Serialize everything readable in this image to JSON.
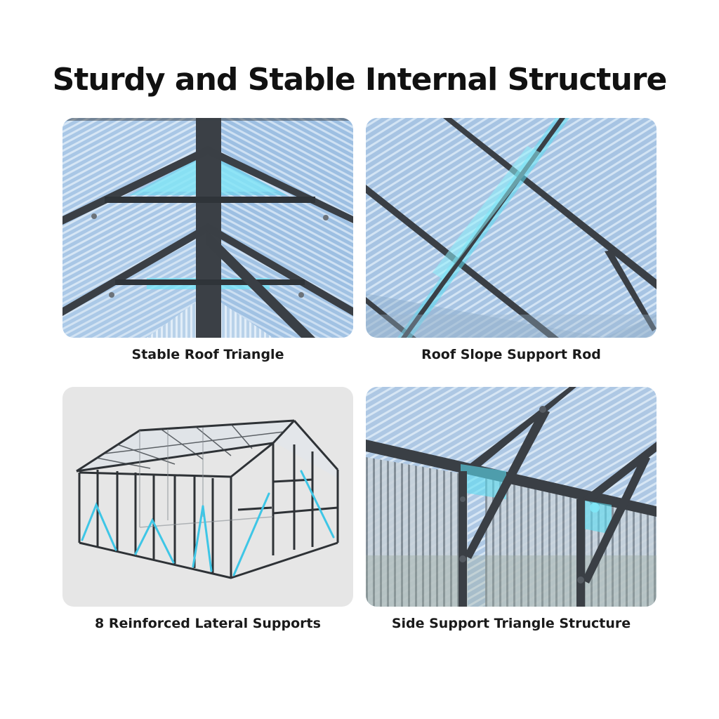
{
  "page": {
    "title": "Sturdy and Stable Internal Structure"
  },
  "panels": [
    {
      "caption": "Stable Roof Triangle",
      "image": "roof-triangle-photo"
    },
    {
      "caption": "Roof Slope Support Rod",
      "image": "roof-slope-rod-photo"
    },
    {
      "caption": "8 Reinforced Lateral Supports",
      "image": "greenhouse-frame-render"
    },
    {
      "caption": "Side Support Triangle Structure",
      "image": "side-triangle-photo"
    }
  ],
  "colors": {
    "highlight": "#3ec9e8",
    "frame": "#3a3f44",
    "panel_sky": "#a9c6e4",
    "render_bg": "#e6e6e6"
  }
}
